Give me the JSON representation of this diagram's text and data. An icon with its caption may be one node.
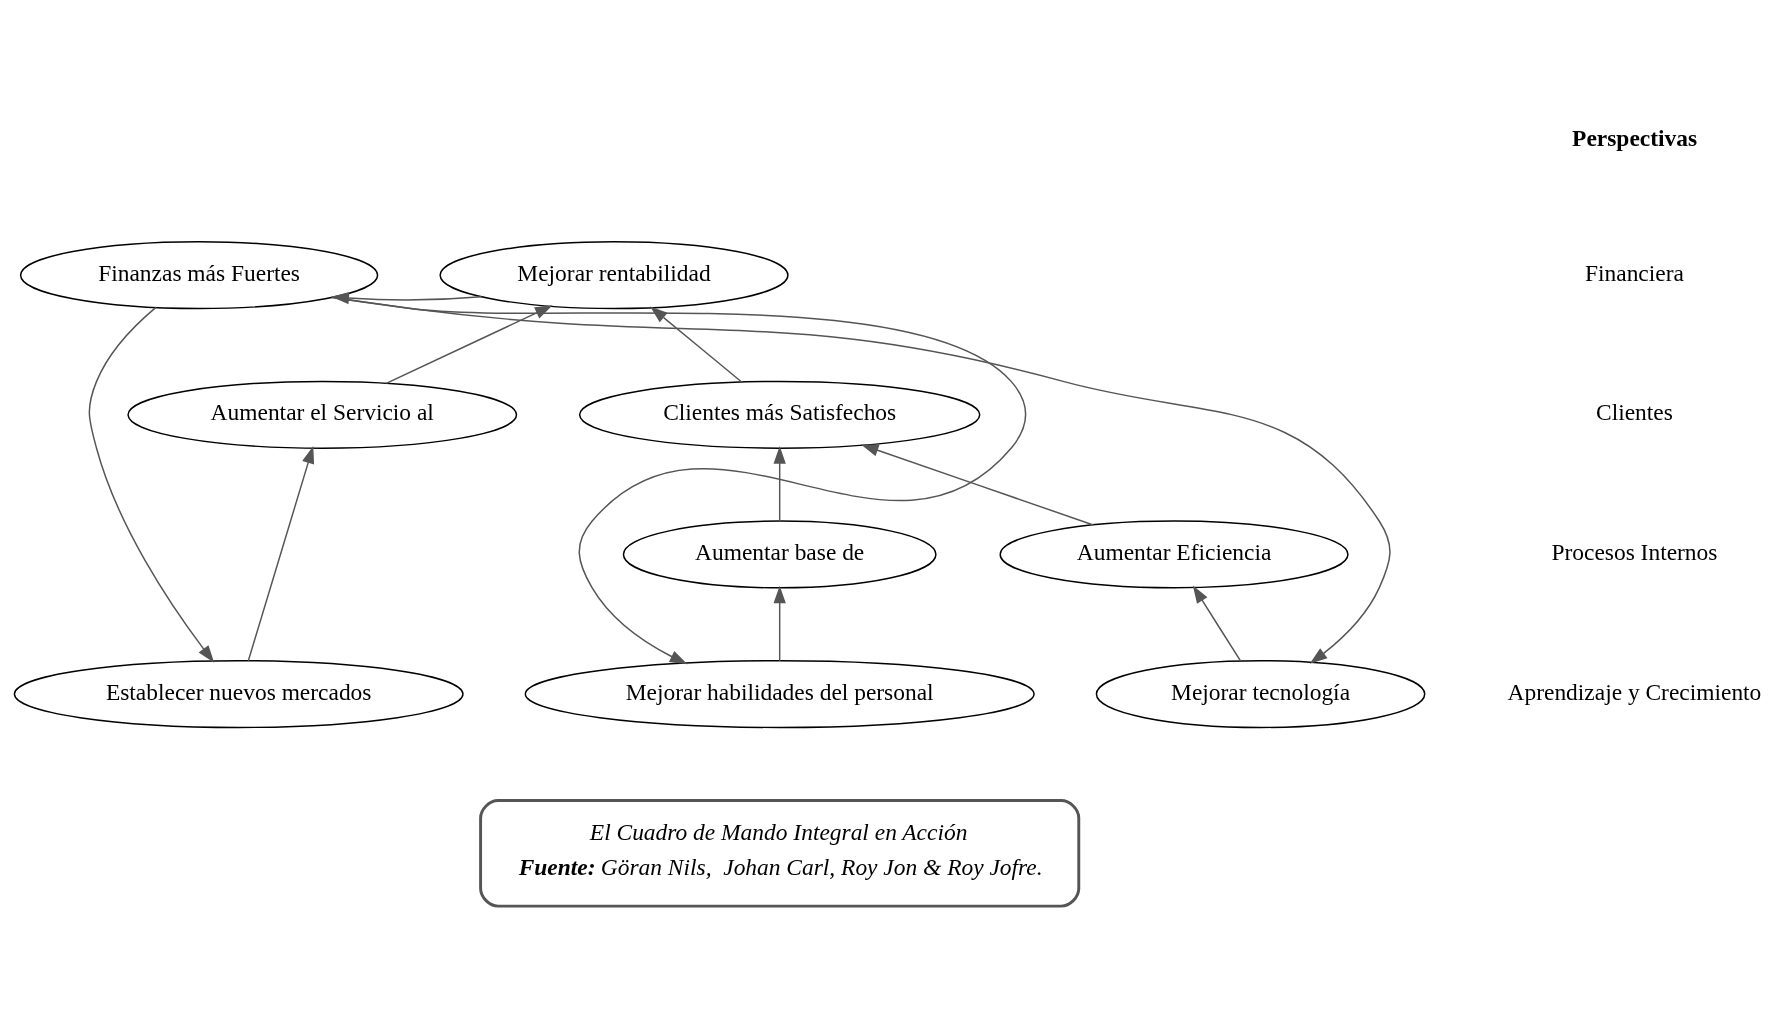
{
  "diagram": {
    "nodes": [
      {
        "text": [
          "Finanzas más Fuertes"
        ]
      },
      {
        "text": [
          "Mejorar rentabilidad"
        ]
      },
      {
        "text": [
          "Aumentar el Servicio al"
        ]
      },
      {
        "text": [
          "Clientes más Satisfechos"
        ]
      },
      {
        "text": [
          "Aumentar base de"
        ]
      },
      {
        "text": [
          "Aumentar Eficiencia"
        ]
      },
      {
        "text": [
          "Establecer nuevos mercados"
        ]
      },
      {
        "text": [
          "Mejorar habilidades del personal"
        ]
      },
      {
        "text": [
          "Mejorar tecnología"
        ]
      },
      {
        "text": [
          "El Cuadro de Mando Integral en Acción",
          "**Fuente:** Göran Nils,  Johan Carl, Roy Jon & Roy Jofre."
        ]
      }
    ],
    "edges": [
      {
        "from": 1,
        "to": 0,
        "arrow": "to"
      },
      {
        "from": 2,
        "to": 1,
        "arrow": "to"
      },
      {
        "from": 3,
        "to": 1,
        "arrow": "to"
      },
      {
        "from": 4,
        "to": 3,
        "arrow": "to"
      },
      {
        "from": 5,
        "to": 3,
        "arrow": "to"
      },
      {
        "from": 6,
        "to": 2,
        "arrow": "to"
      },
      {
        "from": 7,
        "to": 4,
        "arrow": "to"
      },
      {
        "from": 8,
        "to": 5,
        "arrow": "to"
      },
      {
        "from": 0,
        "to": 6,
        "arrow": "to"
      },
      {
        "from": 0,
        "to": 7,
        "arrow": "to"
      },
      {
        "from": 0,
        "to": 8,
        "arrow": "to"
      }
    ],
    "labels": [
      "Perspectivas",
      "Financiera",
      "Clientes",
      "Procesos Internos",
      "Aprendizaje y Crecimiento"
    ]
  }
}
